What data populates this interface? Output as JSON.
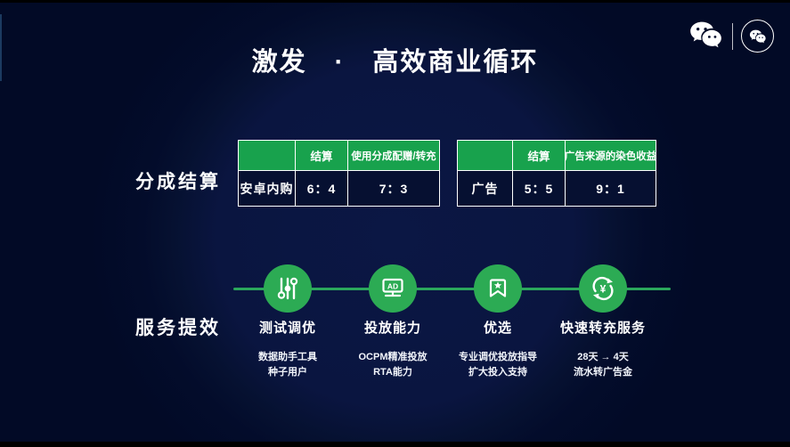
{
  "title": "激发　·　高效商业循环",
  "sections": {
    "settlement_label": "分成结算",
    "efficiency_label": "服务提效"
  },
  "tables": [
    {
      "headers": [
        "",
        "结算",
        "使用分成配赠/转充"
      ],
      "row": [
        "安卓内购",
        "6：4",
        "7：3"
      ]
    },
    {
      "headers": [
        "",
        "结算",
        "广告来源的染色收益"
      ],
      "row": [
        "广告",
        "5：5",
        "9：1"
      ]
    }
  ],
  "flow": {
    "steps": [
      {
        "label": "测试调优",
        "sub1": "数据助手工具",
        "sub2": "种子用户"
      },
      {
        "label": "投放能力",
        "icon_text": "AD",
        "sub1": "OCPM精准投放",
        "sub2": "RTA能力"
      },
      {
        "label": "优选",
        "sub1": "专业调优投放指导",
        "sub2": "扩大投入支持"
      },
      {
        "label": "快速转充服务",
        "icon_text": "¥",
        "sub1": "28天 → 4天",
        "sub2": "流水转广告金"
      }
    ]
  },
  "colors": {
    "background_outer": "#020a26",
    "background_ellipse": "#0b1744",
    "table_header_green": "#18a24d",
    "icon_green": "#2cab54",
    "flow_line_green": "#2ba75c",
    "table_cell_navy": "#061031",
    "text": "#ffffff"
  }
}
